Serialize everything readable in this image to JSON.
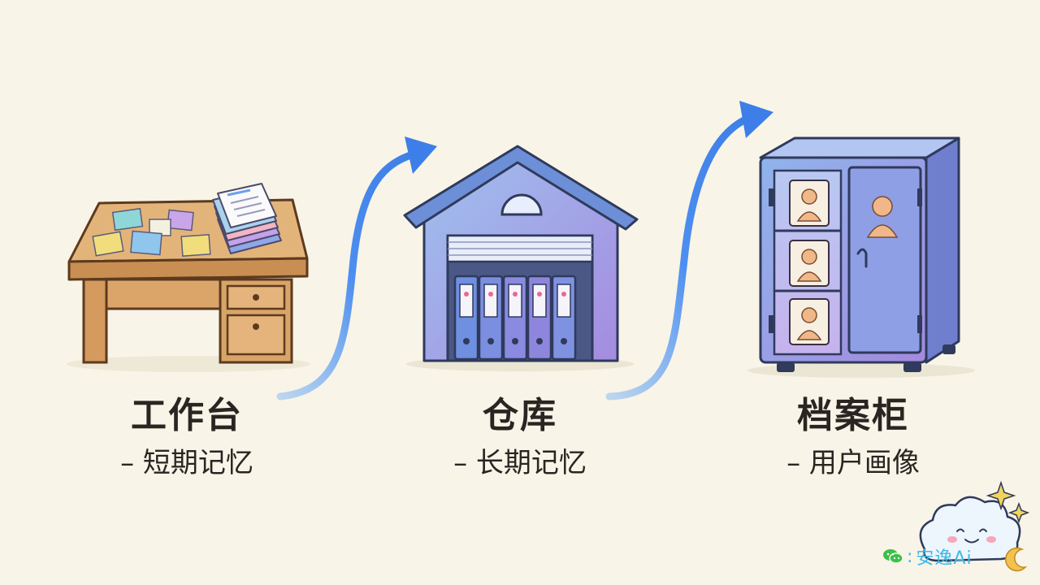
{
  "items": [
    {
      "title": "工作台",
      "subtitle": "– 短期记忆"
    },
    {
      "title": "仓库",
      "subtitle": "– 长期记忆"
    },
    {
      "title": "档案柜",
      "subtitle": "– 用户画像"
    }
  ],
  "watermark": {
    "separator": ":",
    "text": "安逸Ai"
  },
  "colors": {
    "background": "#f8f4e7",
    "arrow": "#4d8ef0",
    "desk_wood": "#d9a56b",
    "warehouse": "#8fa7ea",
    "cabinet": "#8c9ae8",
    "text": "#2a2522",
    "watermark": "#3fb8e6"
  },
  "icons": [
    "desk-icon",
    "warehouse-icon",
    "filing-cabinet-icon",
    "wechat-icon",
    "cloud-mascot-icon",
    "sparkle-icon"
  ]
}
